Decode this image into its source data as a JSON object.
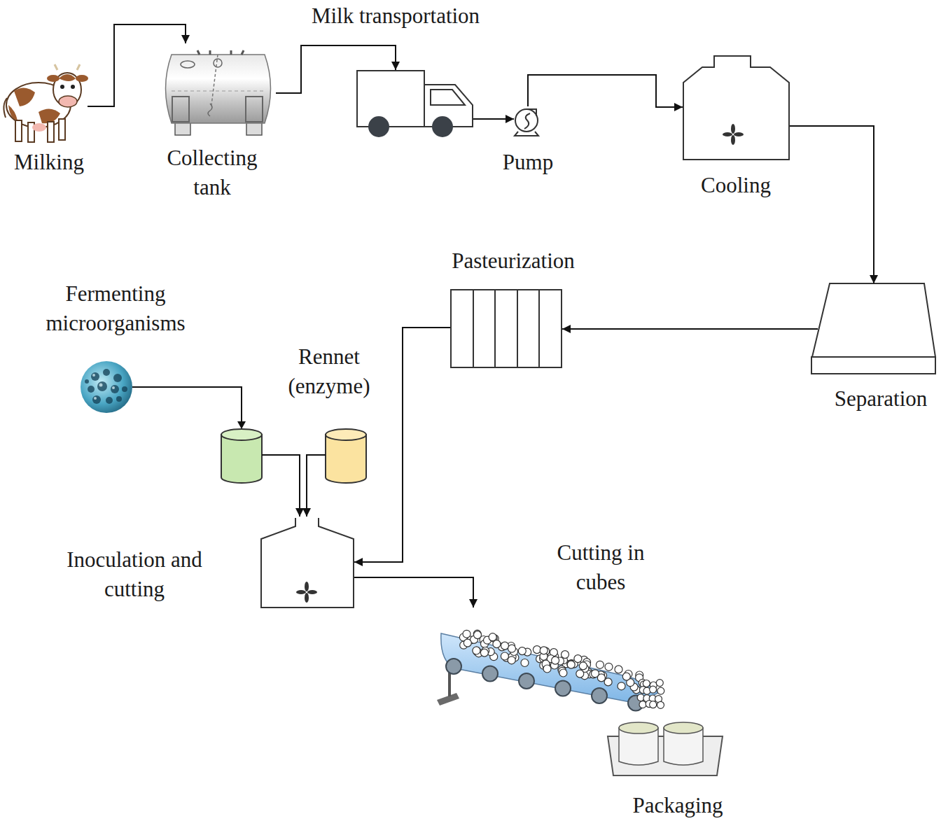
{
  "diagram": {
    "nodes": [
      {
        "text": [
          "Milking"
        ]
      },
      {
        "text": [
          "Collecting tank"
        ]
      },
      {
        "text": [
          "Milk transportation"
        ]
      },
      {
        "text": [
          "Pump"
        ]
      },
      {
        "text": [
          "Cooling"
        ]
      },
      {
        "text": [
          "Separation"
        ]
      },
      {
        "text": [
          "Pasteurization"
        ]
      },
      {
        "text": [
          "Fermenting microorganisms"
        ]
      },
      {
        "text": [
          "Rennet (enzyme)"
        ]
      },
      {
        "text": [
          "Inoculation and cutting"
        ]
      },
      {
        "text": [
          "Cutting in cubes"
        ]
      },
      {
        "text": [
          "Packaging"
        ]
      }
    ],
    "edges": [
      {
        "from": 0,
        "to": 1,
        "arrow": "to"
      },
      {
        "from": 1,
        "to": 2,
        "arrow": "to"
      },
      {
        "from": 2,
        "to": 3,
        "arrow": "to"
      },
      {
        "from": 3,
        "to": 4,
        "arrow": "to"
      },
      {
        "from": 4,
        "to": 5,
        "arrow": "to"
      },
      {
        "from": 5,
        "to": 6,
        "arrow": "to"
      },
      {
        "from": 6,
        "to": 9,
        "arrow": "to"
      },
      {
        "from": 7,
        "to": 9,
        "arrow": "to"
      },
      {
        "from": 8,
        "to": 9,
        "arrow": "to"
      },
      {
        "from": 9,
        "to": 10,
        "arrow": "to"
      }
    ]
  }
}
